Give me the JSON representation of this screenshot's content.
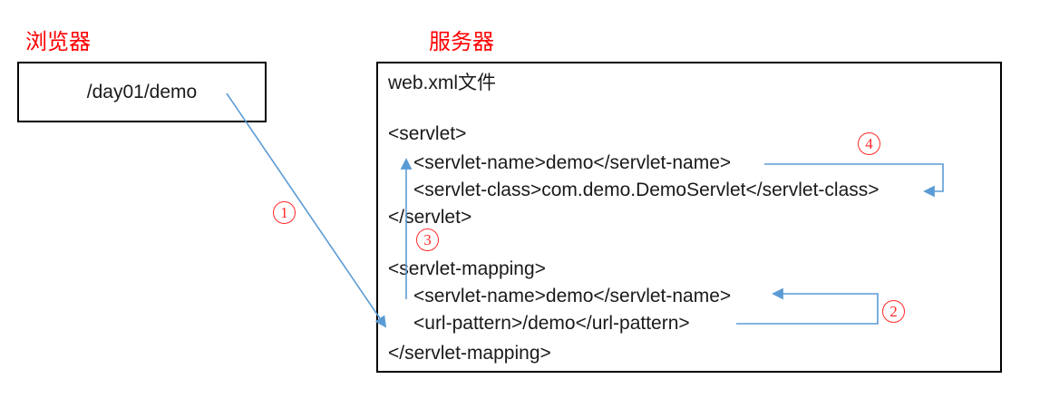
{
  "diagram": {
    "browser": {
      "title": "浏览器",
      "request_url": "/day01/demo"
    },
    "server": {
      "title": "服务器",
      "file_label": "web.xml文件",
      "code_lines": [
        {
          "text": "<servlet>"
        },
        {
          "text": "<servlet-name>demo</servlet-name>"
        },
        {
          "text": "<servlet-class>com.demo.DemoServlet</servlet-class>"
        },
        {
          "text": "</servlet>"
        },
        {
          "text": "<servlet-mapping>"
        },
        {
          "text": "<servlet-name>demo</servlet-name>"
        },
        {
          "text": "<url-pattern>/demo</url-pattern>"
        },
        {
          "text": "</servlet-mapping>"
        }
      ]
    },
    "steps": [
      {
        "label": "1",
        "meaning": "browser request to url-pattern"
      },
      {
        "label": "2",
        "meaning": "url-pattern to servlet-name in mapping"
      },
      {
        "label": "3",
        "meaning": "mapping servlet-name up to servlet declaration"
      },
      {
        "label": "4",
        "meaning": "servlet-name to servlet-class"
      }
    ],
    "colors": {
      "arrow_blue": "#5b9bd5",
      "label_red": "#ff0000",
      "badge_red": "#ff2a2a",
      "text_black": "#1a1a1a"
    }
  }
}
